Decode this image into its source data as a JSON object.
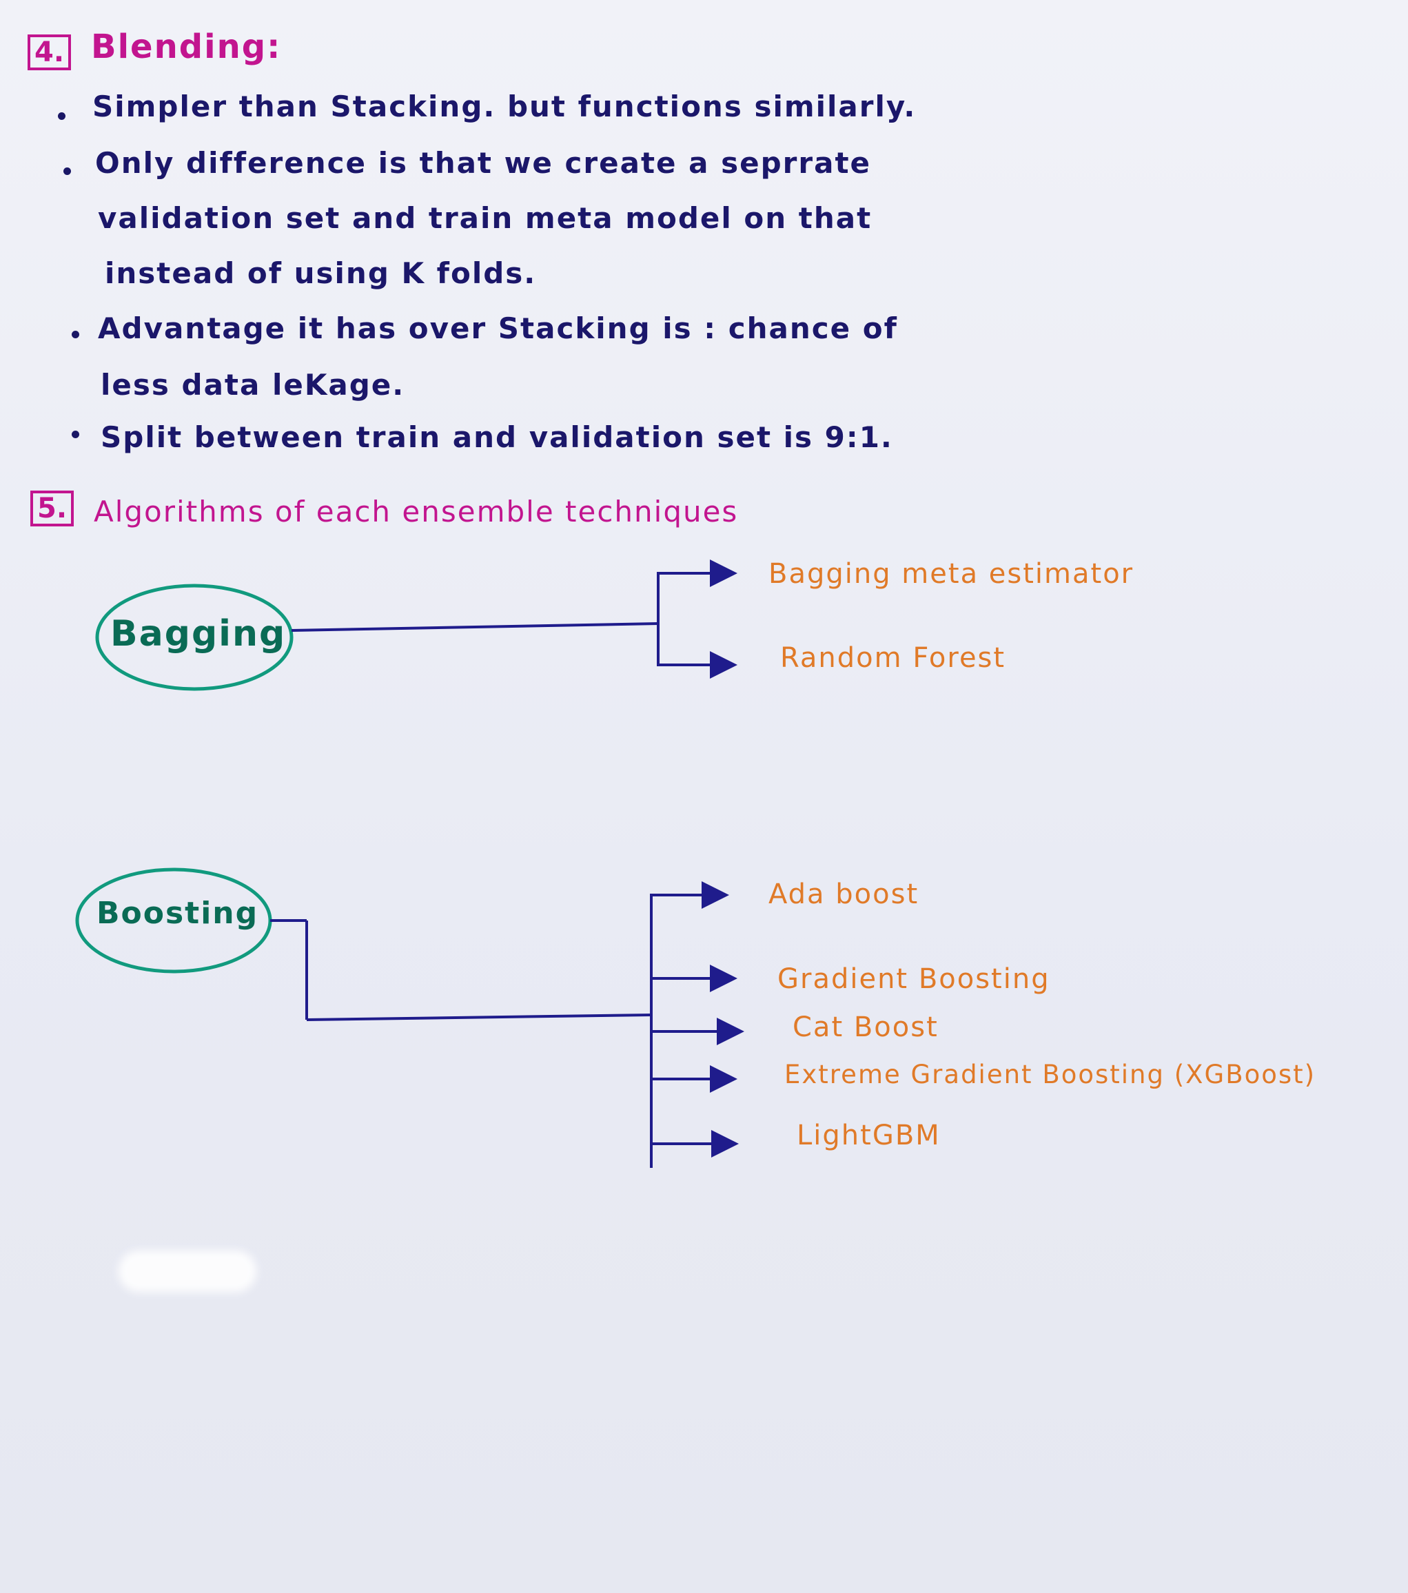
{
  "section4": {
    "number": "4.",
    "title": "Blending:",
    "bullets": [
      {
        "lines": [
          "Simpler than Stacking. but functions similarly."
        ]
      },
      {
        "lines": [
          "Only difference is that we create a seprrate",
          "validation set and train meta model on that",
          "instead of using K folds."
        ]
      },
      {
        "lines": [
          "Advantage it has over Stacking is : chance of",
          "less data leKage."
        ]
      },
      {
        "lines": [
          "Split between train and validation set is 9:1."
        ]
      }
    ]
  },
  "section5": {
    "number": "5.",
    "title": "Algorithms of each ensemble techniques"
  },
  "bagging": {
    "label": "Bagging",
    "items": [
      "Bagging meta estimator",
      "Random Forest"
    ]
  },
  "boosting": {
    "label": "Boosting",
    "items": [
      "Ada boost",
      "Gradient Boosting",
      "Cat Boost",
      "Extreme Gradient Boosting (XGBoost)",
      "LightGBM"
    ]
  },
  "colors": {
    "heading": "#c2158f",
    "body_ink": "#1b176a",
    "ellipse_ink": "#119a7e",
    "leaf_ink": "#e07a28",
    "arrow_ink": "#1f1c8c"
  }
}
